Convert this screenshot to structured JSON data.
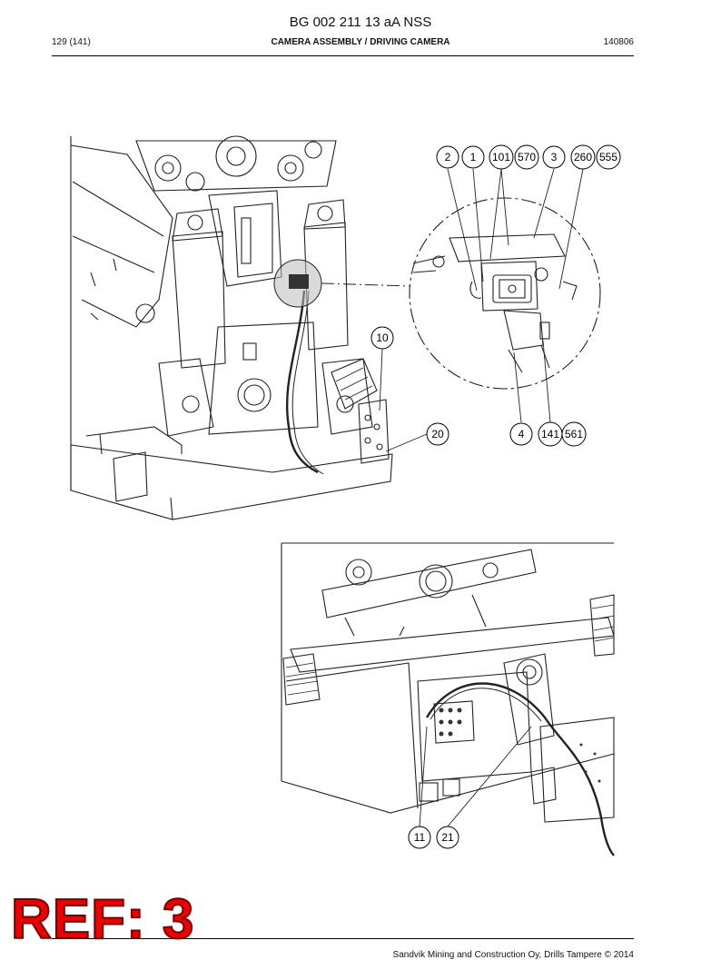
{
  "document": {
    "title": "BG 002 211 13 aA NSS",
    "page": "129 (141)",
    "section": "CAMERA ASSEMBLY / DRIVING CAMERA",
    "date_code": "140806",
    "footer": "Sandvik Mining and Construction Oy, Drills Tampere © 2014",
    "stamp": "REF: 3"
  },
  "callouts_top": [
    "2",
    "1",
    "101",
    "570",
    "3",
    "260",
    "555",
    "10",
    "20",
    "4",
    "141",
    "561"
  ],
  "callouts_bottom": [
    "11",
    "21"
  ]
}
